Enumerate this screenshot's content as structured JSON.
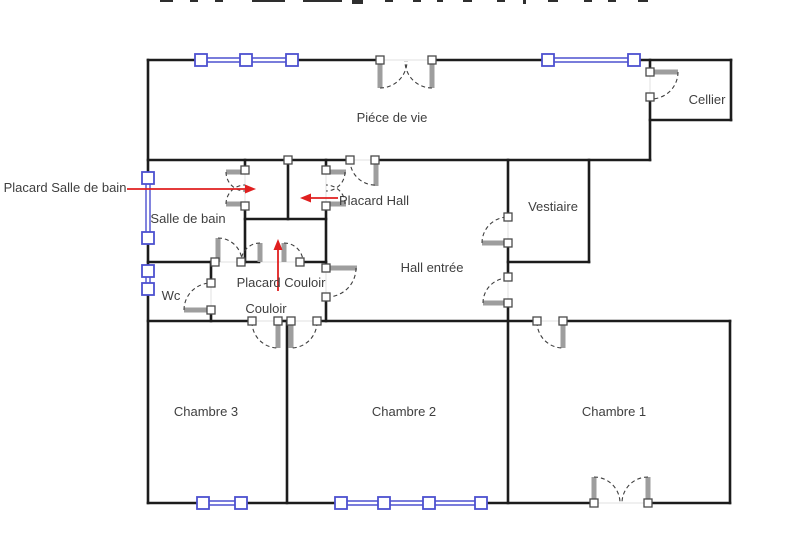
{
  "figure": {
    "type": "floor-plan",
    "language": "fr"
  },
  "rooms": {
    "piece_de_vie": {
      "label": "Piéce de vie"
    },
    "cellier": {
      "label": "Cellier"
    },
    "salle_de_bain": {
      "label": "Salle de bain"
    },
    "vestiaire": {
      "label": "Vestiaire"
    },
    "hall_entree": {
      "label": "Hall entrée"
    },
    "wc": {
      "label": "Wc"
    },
    "couloir": {
      "label": "Couloir"
    },
    "chambre_1": {
      "label": "Chambre 1"
    },
    "chambre_2": {
      "label": "Chambre 2"
    },
    "chambre_3": {
      "label": "Chambre 3"
    }
  },
  "annotations": {
    "placard_salle_de_bain": {
      "label": "Placard Salle de bain",
      "arrow_direction": "right"
    },
    "placard_hall": {
      "label": "Placard Hall",
      "arrow_direction": "left"
    },
    "placard_couloir": {
      "label": "Placard Couloir",
      "arrow_direction": "up"
    }
  },
  "colors": {
    "wall": "#1c1c1c",
    "window": "#4d50cf",
    "door_leaf": "#9e9e9e",
    "door_arc": "#3e3e3e",
    "arrow": "#e01f1f",
    "label_text": "#3f3f3f",
    "hinge_border": "#4a4a4a",
    "opening": "#e6e6e6"
  }
}
